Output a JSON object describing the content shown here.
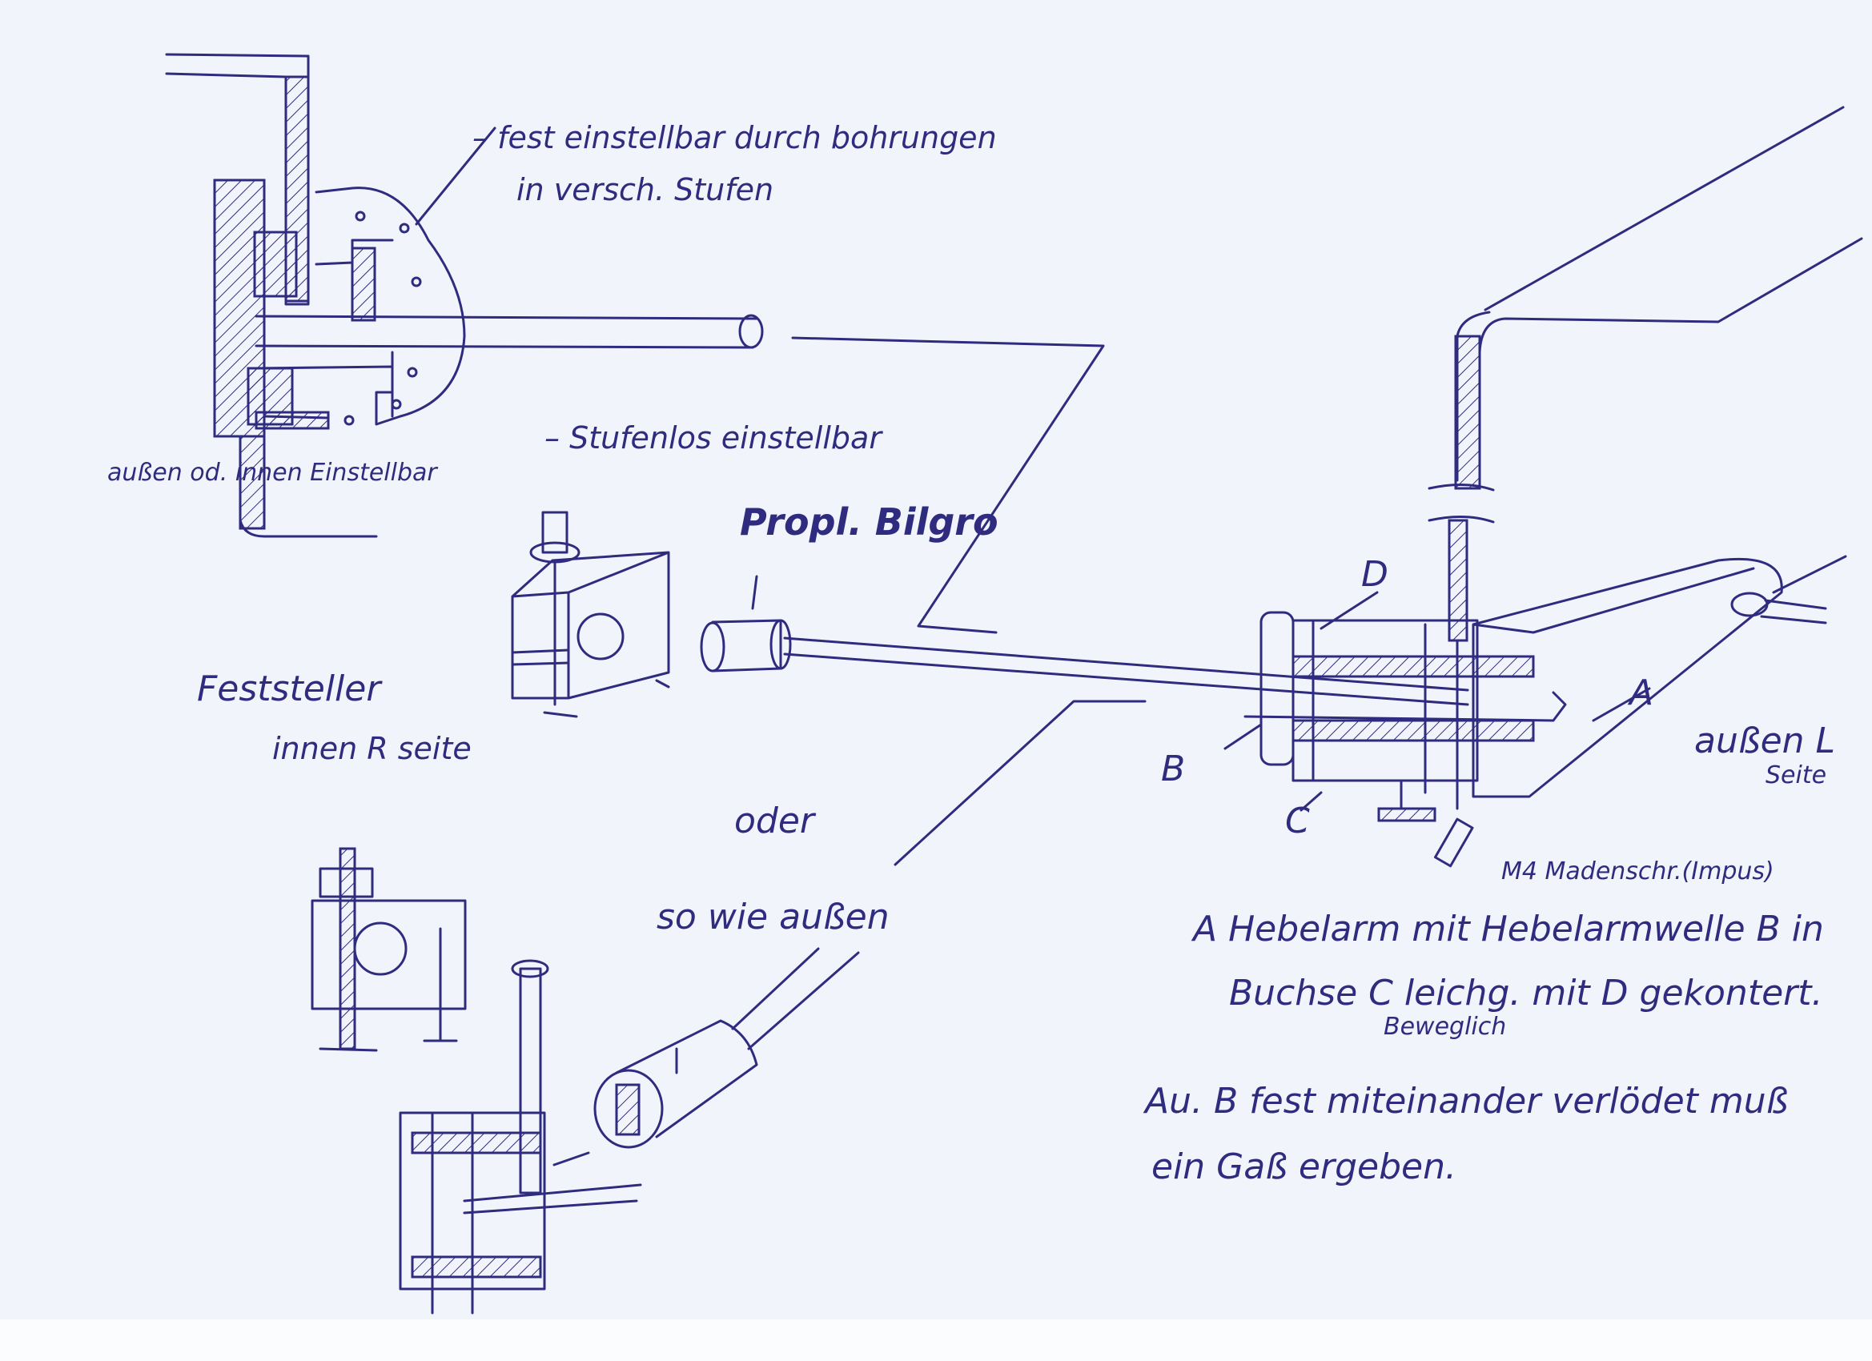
{
  "colors": {
    "ink": "#2f2c80",
    "paper": "#f2f4fb"
  },
  "notes": {
    "fixed_steps_1": "– fest einstellbar durch bohrungen",
    "fixed_steps_2": "in versch. Stufen",
    "stepless": "– Stufenlos einstellbar",
    "outer_inner": "außen od.  innen Einstellbar",
    "propl_bilgro": "Propl. Bilgro",
    "feststeller": "Feststeller",
    "inner_r_side": "innen R seite",
    "oder": "oder",
    "so_wie_aussen": "so  wie  außen",
    "label_d": "D",
    "label_a": "A",
    "label_b": "B",
    "label_c": "C",
    "outer_l": "außen L",
    "seite": "Seite",
    "m4": "M4  Madenschr.(Impus)",
    "desc_1": "A  Hebelarm mit Hebelarmwelle B in",
    "desc_2": "Buchse C  leichg.  mit  D  gekontert.",
    "desc_2b": "Beweglich",
    "desc_3": "Au. B  fest miteinander  verlödet  muß",
    "desc_4": "ein  Gaß  ergeben."
  }
}
